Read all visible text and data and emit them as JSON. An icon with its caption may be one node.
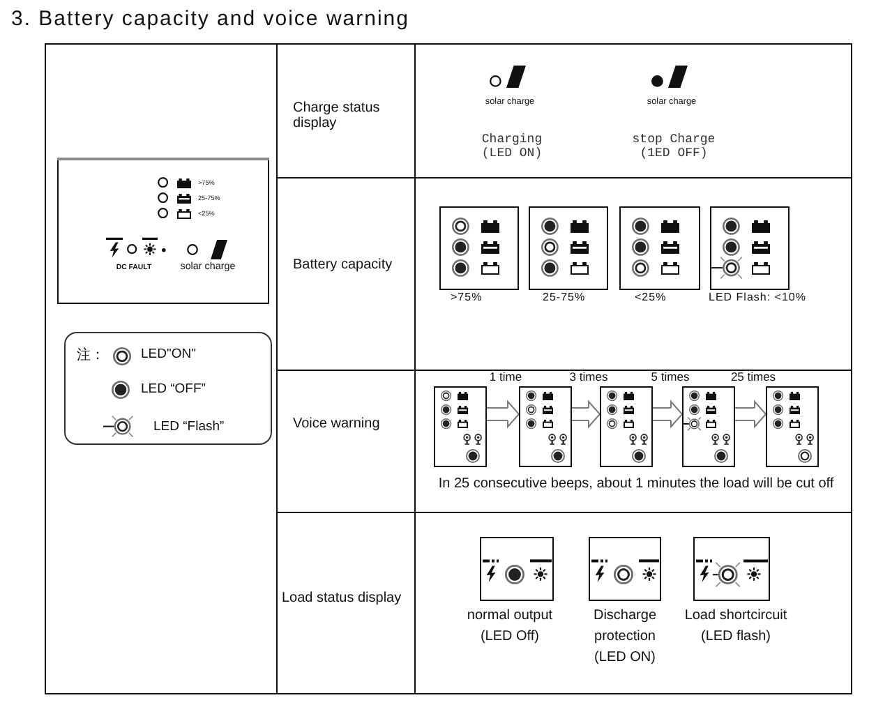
{
  "diagram": {
    "title": "3. Battery capacity and voice warning",
    "nodes": [
      {
        "text": [],
        "shape": "box"
      },
      {
        "text": [
          ">75%",
          "25-75%",
          "<25%",
          "DC FAULT",
          "solar charge"
        ],
        "in": 0
      },
      {
        "text": [
          "Charge status display"
        ]
      },
      {
        "text": [],
        "shape": "box"
      },
      {
        "text": [
          "solar charge"
        ],
        "in": 3,
        "beside": [
          "Charging (LED ON)"
        ]
      },
      {
        "text": [
          "solar charge"
        ],
        "in": 3,
        "beside": [
          "stop Charge (1ED OFF)"
        ]
      },
      {
        "text": [
          "Battery capacity"
        ]
      },
      {
        "text": [],
        "shape": "box"
      },
      {
        "text": [],
        "shape": "box",
        "in": 7,
        "beside": [
          ">75%"
        ]
      },
      {
        "text": [],
        "shape": "box",
        "in": 7,
        "beside": [
          "25-75%"
        ]
      },
      {
        "text": [],
        "shape": "box",
        "in": 7,
        "beside": [
          "<25%"
        ]
      },
      {
        "text": [],
        "shape": "box",
        "in": 7,
        "beside": [
          "LED Flash: <10%"
        ]
      },
      {
        "text": [
          "Voice warning"
        ]
      },
      {
        "text": [
          "In 25 consecutive beeps, about 1 minutes the load will be cut off"
        ]
      },
      {
        "text": [],
        "shape": "box",
        "in": 13
      },
      {
        "text": [],
        "shape": "box",
        "in": 13
      },
      {
        "text": [],
        "shape": "box",
        "in": 13
      },
      {
        "text": [],
        "shape": "box",
        "in": 13
      },
      {
        "text": [],
        "shape": "box",
        "in": 13
      },
      {
        "text": [
          "Load status display"
        ]
      },
      {
        "text": [],
        "shape": "box"
      },
      {
        "text": [],
        "shape": "box",
        "in": 20,
        "beside": [
          "normal output (LED Off)"
        ]
      },
      {
        "text": [],
        "shape": "box",
        "in": 20,
        "beside": [
          "Discharge protection (LED ON)"
        ]
      },
      {
        "text": [],
        "shape": "box",
        "in": 20,
        "beside": [
          "Load shortcircuit (LED flash)"
        ]
      }
    ],
    "edges": [
      {
        "from": 14,
        "to": 15,
        "arrow": "to",
        "label": "1 time"
      },
      {
        "from": 15,
        "to": 16,
        "arrow": "to",
        "label": "3 times"
      },
      {
        "from": 16,
        "to": 17,
        "arrow": "to",
        "label": "5 times"
      },
      {
        "from": 17,
        "to": 18,
        "arrow": "to",
        "label": "25 times"
      }
    ],
    "labels": [
      "注："
    ],
    "legend": [
      {
        "text": "LED\"ON\""
      },
      {
        "text": "LED “OFF”"
      },
      {
        "text": "LED “Flash”"
      }
    ]
  }
}
